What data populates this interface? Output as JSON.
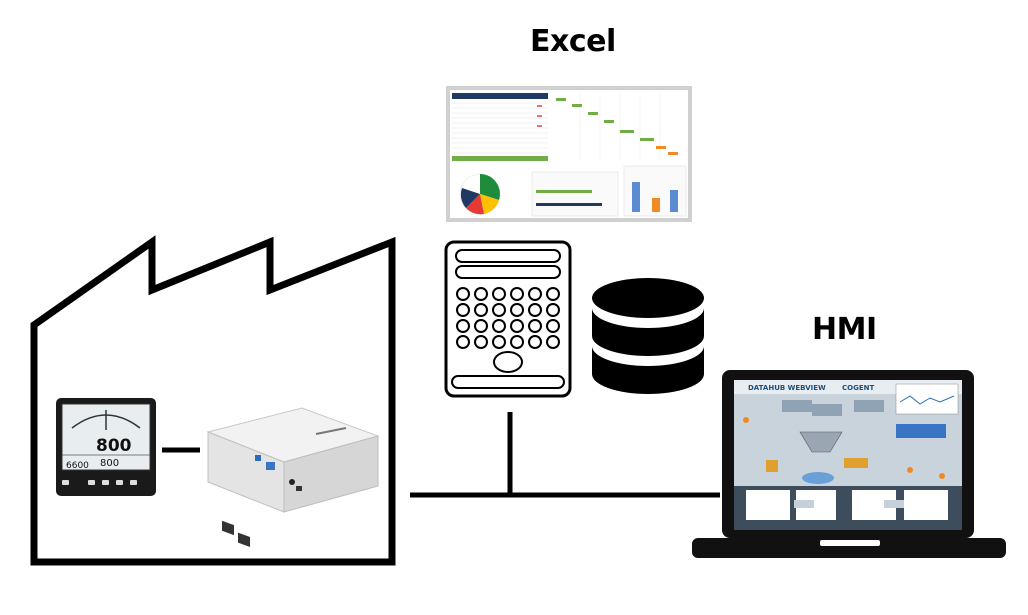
{
  "labels": {
    "excel": "Excel",
    "hmi": "HMI"
  },
  "meter_display": {
    "main": "800",
    "bottom_left": "6600",
    "bottom_mid": "800"
  },
  "hmi_screen": {
    "brand_left": "DATAHUB WEBVIEW",
    "brand_right": "COGENT"
  },
  "colors": {
    "line": "#000000",
    "database": "#000000",
    "excel_header": "#1f3864",
    "excel_green": "#70ad47",
    "pie_yellow": "#ffc000",
    "pie_red": "#e53935",
    "laptop_body": "#111111",
    "hmi_background": "#c9d3dc"
  }
}
